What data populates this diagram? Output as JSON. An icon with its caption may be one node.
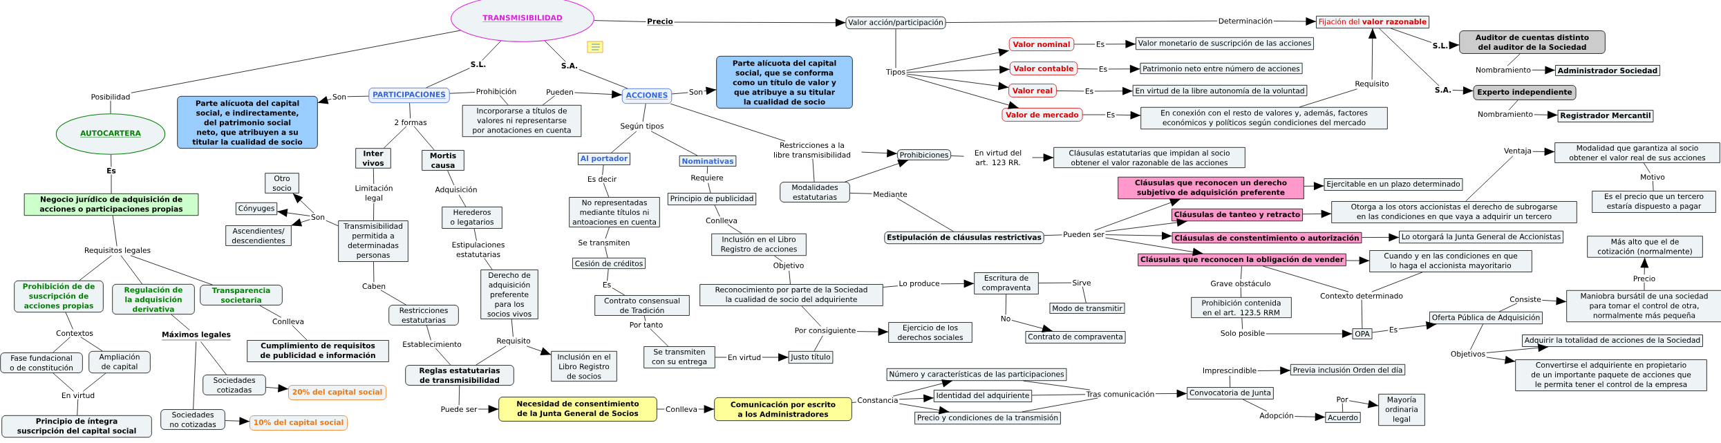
{
  "diagram": {
    "nodes": [
      {
        "text": [
          "TRANSMISIBILIDAD"
        ]
      },
      {
        "text": [
          "Precio"
        ]
      },
      {
        "text": [
          "Valor acción/participación"
        ]
      },
      {
        "text": [
          "Determinación"
        ]
      },
      {
        "text": [
          "Fijación del **valor razonable**"
        ]
      },
      {
        "text": [
          "S.L."
        ]
      },
      {
        "text": [
          "S.A."
        ]
      },
      {
        "text": [
          "Posibilidad"
        ]
      },
      {
        "text": [
          "AUTOCARTERA"
        ]
      },
      {
        "text": [
          "Es"
        ]
      },
      {
        "text": [
          "Negocio jurídico de adquisición de acciones o participaciones propias"
        ]
      },
      {
        "text": [
          "Requisitos legales"
        ]
      },
      {
        "text": [
          "Prohibición de de suscripción de acciones propias"
        ]
      },
      {
        "text": [
          "Regulación de la adquisición derivativa"
        ]
      },
      {
        "text": [
          "Transparencia societaria"
        ]
      },
      {
        "text": [
          "Contextos"
        ]
      },
      {
        "text": [
          "Fase fundacional o de constitución"
        ]
      },
      {
        "text": [
          "Ampliación de capital"
        ]
      },
      {
        "text": [
          "En virtud"
        ]
      },
      {
        "text": [
          "Principio de íntegra suscripción del capital social"
        ]
      },
      {
        "text": [
          "Máximos legales"
        ]
      },
      {
        "text": [
          "Sociedades cotizadas"
        ]
      },
      {
        "text": [
          "20% del capital social"
        ]
      },
      {
        "text": [
          "Sociedades no cotizadas"
        ]
      },
      {
        "text": [
          "10% del capital social"
        ]
      },
      {
        "text": [
          "Conlleva"
        ]
      },
      {
        "text": [
          "Cumplimiento de requisitos de publicidad e información"
        ]
      },
      {
        "text": [
          "PARTICIPACIONES"
        ]
      },
      {
        "text": [
          "Son"
        ]
      },
      {
        "text": [
          "Parte alícuota del capital social, e indirectamente, del patrimonio social neto, que atribuyen a su titular la cualidad de socio"
        ]
      },
      {
        "text": [
          "Prohibición"
        ]
      },
      {
        "text": [
          "Pueden"
        ]
      },
      {
        "text": [
          "Incorporarse a títulos de valores ni representarse por anotaciones en cuenta"
        ]
      },
      {
        "text": [
          "2 formas"
        ]
      },
      {
        "text": [
          "Inter vivos"
        ]
      },
      {
        "text": [
          "Mortis causa"
        ]
      },
      {
        "text": [
          "Limitación legal"
        ]
      },
      {
        "text": [
          "Transmisibilidad permitida a determinadas personas"
        ]
      },
      {
        "text": [
          "Son"
        ]
      },
      {
        "text": [
          "Otro socio"
        ]
      },
      {
        "text": [
          "Cónyuges"
        ]
      },
      {
        "text": [
          "Ascendientes/ descendientes"
        ]
      },
      {
        "text": [
          "Caben"
        ]
      },
      {
        "text": [
          "Restricciones estatutarias"
        ]
      },
      {
        "text": [
          "Establecimiento"
        ]
      },
      {
        "text": [
          "Reglas estatutarias de transmisibilidad"
        ]
      },
      {
        "text": [
          "Adquisición"
        ]
      },
      {
        "text": [
          "Herederos o legatarios"
        ]
      },
      {
        "text": [
          "Estipulaciones estatutarias"
        ]
      },
      {
        "text": [
          "Derecho de adquisición preferente para los socios vivos"
        ]
      },
      {
        "text": [
          "Requisito"
        ]
      },
      {
        "text": [
          "Inclusión en el Libro Registro de socios"
        ]
      },
      {
        "text": [
          "Puede ser"
        ]
      },
      {
        "text": [
          "Necesidad de consentimiento de la Junta General de Socios"
        ]
      },
      {
        "text": [
          "Conlleva"
        ]
      },
      {
        "text": [
          "Comunicación por escrito a los Administradores"
        ]
      },
      {
        "text": [
          "Constancia"
        ]
      },
      {
        "text": [
          "Número y características de las participaciones"
        ]
      },
      {
        "text": [
          "Identidad del adquiriente"
        ]
      },
      {
        "text": [
          "Precio y condiciones de la transmisión"
        ]
      },
      {
        "text": [
          "Tras comunicación"
        ]
      },
      {
        "text": [
          "Convocatoria de Junta"
        ]
      },
      {
        "text": [
          "Imprescindible"
        ]
      },
      {
        "text": [
          "Previa inclusión Orden del día"
        ]
      },
      {
        "text": [
          "Adopción"
        ]
      },
      {
        "text": [
          "Acuerdo"
        ]
      },
      {
        "text": [
          "Por"
        ]
      },
      {
        "text": [
          "Mayoría ordinaria legal"
        ]
      },
      {
        "text": [
          "ACCIONES"
        ]
      },
      {
        "text": [
          "Son"
        ]
      },
      {
        "text": [
          "Parte alícuota del capital social, que se conforma como un título de valor y que atribuye a su titular la cualidad de socio"
        ]
      },
      {
        "text": [
          "Según tipos"
        ]
      },
      {
        "text": [
          "Al portador"
        ]
      },
      {
        "text": [
          "Es decir"
        ]
      },
      {
        "text": [
          "No representadas mediante títulos ni antoaciones en cuenta"
        ]
      },
      {
        "text": [
          "Se transmiten"
        ]
      },
      {
        "text": [
          "Cesión de créditos"
        ]
      },
      {
        "text": [
          "Es"
        ]
      },
      {
        "text": [
          "Contrato consensual de Tradición"
        ]
      },
      {
        "text": [
          "Por tanto"
        ]
      },
      {
        "text": [
          "Se transmiten con su entrega"
        ]
      },
      {
        "text": [
          "En virtud"
        ]
      },
      {
        "text": [
          "Justo título"
        ]
      },
      {
        "text": [
          "Nominativas"
        ]
      },
      {
        "text": [
          "Requiere"
        ]
      },
      {
        "text": [
          "Principio de publicidad"
        ]
      },
      {
        "text": [
          "Conlleva"
        ]
      },
      {
        "text": [
          "Inclusión en el Libro Registro de acciones"
        ]
      },
      {
        "text": [
          "Objetivo"
        ]
      },
      {
        "text": [
          "Reconocimiento por parte de la Sociedad la cualidad de socio del adquiriente"
        ]
      },
      {
        "text": [
          "Por consiguiente"
        ]
      },
      {
        "text": [
          "Ejercicio de los derechos sociales"
        ]
      },
      {
        "text": [
          "Lo produce"
        ]
      },
      {
        "text": [
          "Escritura de compraventa"
        ]
      },
      {
        "text": [
          "Sirve"
        ]
      },
      {
        "text": [
          "Modo de transmitir"
        ]
      },
      {
        "text": [
          "No"
        ]
      },
      {
        "text": [
          "Contrato de compraventa"
        ]
      },
      {
        "text": [
          "Restricciones a la libre transmisibilidad"
        ]
      },
      {
        "text": [
          "Prohibiciones"
        ]
      },
      {
        "text": [
          "Modalidades estatutarias"
        ]
      },
      {
        "text": [
          "En virtud del art. 123 RR."
        ]
      },
      {
        "text": [
          "Cláusulas estatutarias que impidan al socio obtener el valor razonable de las acciones"
        ]
      },
      {
        "text": [
          "Mediante"
        ]
      },
      {
        "text": [
          "Estipulación de cláusulas restrictivas"
        ]
      },
      {
        "text": [
          "Pueden ser"
        ]
      },
      {
        "text": [
          "Cláusulas que reconocen un derecho subjetivo de adquisición preferente"
        ]
      },
      {
        "text": [
          "Cláusulas de tanteo y retracto"
        ]
      },
      {
        "text": [
          "Cláusulas de constentimiento o autorización"
        ]
      },
      {
        "text": [
          "Cláusulas que reconocen la obligación de vender"
        ]
      },
      {
        "text": [
          "Ejercitable en un plazo determinado"
        ]
      },
      {
        "text": [
          "Otorga a los otors accionistas el derecho de subrogarse en las condiciones en que vaya a adquirir un tercero"
        ]
      },
      {
        "text": [
          "Lo otorgará la Junta General de Accionistas"
        ]
      },
      {
        "text": [
          "Cuando y en las condiciones en que lo haga el accionista mayoritario"
        ]
      },
      {
        "text": [
          "Ventaja"
        ]
      },
      {
        "text": [
          "Modalidad que garantiza al socio obtener el valor real de sus acciones"
        ]
      },
      {
        "text": [
          "Motivo"
        ]
      },
      {
        "text": [
          "Es el precio que un tercero estaría dispuesto a pagar"
        ]
      },
      {
        "text": [
          "Grave obstáculo"
        ]
      },
      {
        "text": [
          "Prohibición contenida en el art. 123.5 RRM"
        ]
      },
      {
        "text": [
          "Solo posible"
        ]
      },
      {
        "text": [
          "Contexto determinado"
        ]
      },
      {
        "text": [
          "OPA"
        ]
      },
      {
        "text": [
          "Es"
        ]
      },
      {
        "text": [
          "Oferta Pública de Adquisición"
        ]
      },
      {
        "text": [
          "Consiste"
        ]
      },
      {
        "text": [
          "Maniobra bursátil de una sociedad para tomar el control de otra, normalmente más pequeña"
        ]
      },
      {
        "text": [
          "Precio"
        ]
      },
      {
        "text": [
          "Más alto que el de cotización (normalmente)"
        ]
      },
      {
        "text": [
          "Objetivos"
        ]
      },
      {
        "text": [
          "Adquirir la totalidad de acciones de la Sociedad"
        ]
      },
      {
        "text": [
          "Convertirse el adquiriente en propietario de un importante paquete de acciones que le permita tener el control de la empresa"
        ]
      },
      {
        "text": [
          "Tipos"
        ]
      },
      {
        "text": [
          "Valor nominal"
        ]
      },
      {
        "text": [
          "Valor contable"
        ]
      },
      {
        "text": [
          "Valor real"
        ]
      },
      {
        "text": [
          "Valor de mercado"
        ]
      },
      {
        "text": [
          "Es"
        ]
      },
      {
        "text": [
          "Es"
        ]
      },
      {
        "text": [
          "Es"
        ]
      },
      {
        "text": [
          "Es"
        ]
      },
      {
        "text": [
          "Valor monetario de suscripción de las acciones"
        ]
      },
      {
        "text": [
          "Patrimonio neto entre número de acciones"
        ]
      },
      {
        "text": [
          "En virtud de la libre autonomía de la voluntad"
        ]
      },
      {
        "text": [
          "En conexión con el resto de valores y, además, factores económicos y políticos según condiciones del mercado"
        ]
      },
      {
        "text": [
          "Requisito"
        ]
      },
      {
        "text": [
          "S.L."
        ]
      },
      {
        "text": [
          "S.A."
        ]
      },
      {
        "text": [
          "Auditor de cuentas distinto del auditor de la Sociedad"
        ]
      },
      {
        "text": [
          "Experto independiente"
        ]
      },
      {
        "text": [
          "Nombramiento"
        ]
      },
      {
        "text": [
          "Nombramiento"
        ]
      },
      {
        "text": [
          "Administrador Sociedad"
        ]
      },
      {
        "text": [
          "Registrador Mercantil"
        ]
      }
    ],
    "edges": [
      {
        "from": 0,
        "to": 1,
        "arrow": "none"
      },
      {
        "from": 1,
        "to": 2,
        "arrow": "to"
      },
      {
        "from": 2,
        "to": 3,
        "arrow": "none"
      },
      {
        "from": 3,
        "to": 4,
        "arrow": "to"
      },
      {
        "from": 0,
        "to": 5,
        "arrow": "none"
      },
      {
        "from": 5,
        "to": 27,
        "arrow": "none"
      },
      {
        "from": 0,
        "to": 6,
        "arrow": "none"
      },
      {
        "from": 6,
        "to": 68,
        "arrow": "none"
      },
      {
        "from": 0,
        "to": 7,
        "arrow": "none"
      },
      {
        "from": 7,
        "to": 8,
        "arrow": "none"
      },
      {
        "from": 8,
        "to": 9,
        "arrow": "none"
      },
      {
        "from": 9,
        "to": 10,
        "arrow": "none"
      },
      {
        "from": 10,
        "to": 11,
        "arrow": "none"
      },
      {
        "from": 11,
        "to": 12,
        "arrow": "none"
      },
      {
        "from": 11,
        "to": 13,
        "arrow": "none"
      },
      {
        "from": 11,
        "to": 14,
        "arrow": "none"
      },
      {
        "from": 12,
        "to": 15,
        "arrow": "none"
      },
      {
        "from": 15,
        "to": 16,
        "arrow": "none"
      },
      {
        "from": 15,
        "to": 17,
        "arrow": "none"
      },
      {
        "from": 16,
        "to": 18,
        "arrow": "none"
      },
      {
        "from": 17,
        "to": 18,
        "arrow": "none"
      },
      {
        "from": 18,
        "to": 19,
        "arrow": "none"
      },
      {
        "from": 13,
        "to": 20,
        "arrow": "none"
      },
      {
        "from": 20,
        "to": 21,
        "arrow": "none"
      },
      {
        "from": 20,
        "to": 23,
        "arrow": "none"
      },
      {
        "from": 21,
        "to": 22,
        "arrow": "to"
      },
      {
        "from": 23,
        "to": 24,
        "arrow": "to"
      },
      {
        "from": 14,
        "to": 25,
        "arrow": "none"
      },
      {
        "from": 25,
        "to": 26,
        "arrow": "none"
      },
      {
        "from": 27,
        "to": 28,
        "arrow": "none"
      },
      {
        "from": 28,
        "to": 29,
        "arrow": "to"
      },
      {
        "from": 27,
        "to": 30,
        "arrow": "none"
      },
      {
        "from": 30,
        "to": 32,
        "arrow": "none"
      },
      {
        "from": 32,
        "to": 31,
        "arrow": "none"
      },
      {
        "from": 31,
        "to": 68,
        "arrow": "to"
      },
      {
        "from": 27,
        "to": 33,
        "arrow": "none"
      },
      {
        "from": 33,
        "to": 34,
        "arrow": "none"
      },
      {
        "from": 33,
        "to": 35,
        "arrow": "none"
      },
      {
        "from": 34,
        "to": 36,
        "arrow": "none"
      },
      {
        "from": 36,
        "to": 37,
        "arrow": "none"
      },
      {
        "from": 37,
        "to": 38,
        "arrow": "none"
      },
      {
        "from": 38,
        "to": 39,
        "arrow": "to"
      },
      {
        "from": 38,
        "to": 40,
        "arrow": "to"
      },
      {
        "from": 38,
        "to": 41,
        "arrow": "to"
      },
      {
        "from": 37,
        "to": 42,
        "arrow": "none"
      },
      {
        "from": 42,
        "to": 43,
        "arrow": "none"
      },
      {
        "from": 43,
        "to": 44,
        "arrow": "none"
      },
      {
        "from": 44,
        "to": 45,
        "arrow": "none"
      },
      {
        "from": 35,
        "to": 46,
        "arrow": "none"
      },
      {
        "from": 46,
        "to": 47,
        "arrow": "none"
      },
      {
        "from": 47,
        "to": 48,
        "arrow": "none"
      },
      {
        "from": 48,
        "to": 49,
        "arrow": "none"
      },
      {
        "from": 49,
        "to": 50,
        "arrow": "none"
      },
      {
        "from": 50,
        "to": 45,
        "arrow": "none"
      },
      {
        "from": 50,
        "to": 51,
        "arrow": "to"
      },
      {
        "from": 45,
        "to": 52,
        "arrow": "none"
      },
      {
        "from": 52,
        "to": 53,
        "arrow": "to"
      },
      {
        "from": 53,
        "to": 54,
        "arrow": "none"
      },
      {
        "from": 54,
        "to": 55,
        "arrow": "to"
      },
      {
        "from": 55,
        "to": 56,
        "arrow": "none"
      },
      {
        "from": 56,
        "to": 57,
        "arrow": "to"
      },
      {
        "from": 56,
        "to": 58,
        "arrow": "to"
      },
      {
        "from": 56,
        "to": 59,
        "arrow": "to"
      },
      {
        "from": 57,
        "to": 60,
        "arrow": "none"
      },
      {
        "from": 58,
        "to": 60,
        "arrow": "none"
      },
      {
        "from": 59,
        "to": 60,
        "arrow": "none"
      },
      {
        "from": 60,
        "to": 61,
        "arrow": "to"
      },
      {
        "from": 61,
        "to": 62,
        "arrow": "none"
      },
      {
        "from": 62,
        "to": 63,
        "arrow": "to"
      },
      {
        "from": 61,
        "to": 64,
        "arrow": "none"
      },
      {
        "from": 64,
        "to": 65,
        "arrow": "to"
      },
      {
        "from": 65,
        "to": 66,
        "arrow": "none"
      },
      {
        "from": 66,
        "to": 67,
        "arrow": "to"
      },
      {
        "from": 68,
        "to": 69,
        "arrow": "none"
      },
      {
        "from": 69,
        "to": 70,
        "arrow": "to"
      },
      {
        "from": 68,
        "to": 71,
        "arrow": "none"
      },
      {
        "from": 71,
        "to": 72,
        "arrow": "none"
      },
      {
        "from": 71,
        "to": 83,
        "arrow": "none"
      },
      {
        "from": 72,
        "to": 73,
        "arrow": "none"
      },
      {
        "from": 73,
        "to": 74,
        "arrow": "none"
      },
      {
        "from": 74,
        "to": 75,
        "arrow": "none"
      },
      {
        "from": 75,
        "to": 76,
        "arrow": "none"
      },
      {
        "from": 76,
        "to": 77,
        "arrow": "none"
      },
      {
        "from": 77,
        "to": 78,
        "arrow": "none"
      },
      {
        "from": 78,
        "to": 79,
        "arrow": "none"
      },
      {
        "from": 79,
        "to": 80,
        "arrow": "none"
      },
      {
        "from": 80,
        "to": 81,
        "arrow": "none"
      },
      {
        "from": 81,
        "to": 82,
        "arrow": "to"
      },
      {
        "from": 83,
        "to": 84,
        "arrow": "none"
      },
      {
        "from": 84,
        "to": 85,
        "arrow": "none"
      },
      {
        "from": 85,
        "to": 86,
        "arrow": "none"
      },
      {
        "from": 86,
        "to": 87,
        "arrow": "none"
      },
      {
        "from": 87,
        "to": 88,
        "arrow": "none"
      },
      {
        "from": 88,
        "to": 89,
        "arrow": "none"
      },
      {
        "from": 89,
        "to": 90,
        "arrow": "none"
      },
      {
        "from": 90,
        "to": 82,
        "arrow": "none"
      },
      {
        "from": 90,
        "to": 91,
        "arrow": "to"
      },
      {
        "from": 89,
        "to": 92,
        "arrow": "none"
      },
      {
        "from": 92,
        "to": 93,
        "arrow": "to"
      },
      {
        "from": 93,
        "to": 94,
        "arrow": "none"
      },
      {
        "from": 94,
        "to": 95,
        "arrow": "none"
      },
      {
        "from": 93,
        "to": 96,
        "arrow": "none"
      },
      {
        "from": 96,
        "to": 97,
        "arrow": "to"
      },
      {
        "from": 68,
        "to": 98,
        "arrow": "none"
      },
      {
        "from": 98,
        "to": 99,
        "arrow": "to"
      },
      {
        "from": 98,
        "to": 100,
        "arrow": "none"
      },
      {
        "from": 100,
        "to": 99,
        "arrow": "to"
      },
      {
        "from": 99,
        "to": 101,
        "arrow": "none"
      },
      {
        "from": 101,
        "to": 102,
        "arrow": "to"
      },
      {
        "from": 100,
        "to": 103,
        "arrow": "none"
      },
      {
        "from": 103,
        "to": 104,
        "arrow": "none"
      },
      {
        "from": 104,
        "to": 105,
        "arrow": "none"
      },
      {
        "from": 105,
        "to": 106,
        "arrow": "to"
      },
      {
        "from": 105,
        "to": 107,
        "arrow": "to"
      },
      {
        "from": 105,
        "to": 108,
        "arrow": "to"
      },
      {
        "from": 105,
        "to": 109,
        "arrow": "to"
      },
      {
        "from": 106,
        "to": 110,
        "arrow": "to"
      },
      {
        "from": 107,
        "to": 111,
        "arrow": "to"
      },
      {
        "from": 111,
        "to": 114,
        "arrow": "none"
      },
      {
        "from": 114,
        "to": 115,
        "arrow": "to"
      },
      {
        "from": 115,
        "to": 116,
        "arrow": "none"
      },
      {
        "from": 116,
        "to": 117,
        "arrow": "none"
      },
      {
        "from": 108,
        "to": 112,
        "arrow": "to"
      },
      {
        "from": 109,
        "to": 113,
        "arrow": "to"
      },
      {
        "from": 109,
        "to": 118,
        "arrow": "none"
      },
      {
        "from": 118,
        "to": 119,
        "arrow": "none"
      },
      {
        "from": 119,
        "to": 120,
        "arrow": "none"
      },
      {
        "from": 120,
        "to": 122,
        "arrow": "to"
      },
      {
        "from": 109,
        "to": 121,
        "arrow": "none"
      },
      {
        "from": 113,
        "to": 121,
        "arrow": "none"
      },
      {
        "from": 121,
        "to": 122,
        "arrow": "none"
      },
      {
        "from": 122,
        "to": 123,
        "arrow": "none"
      },
      {
        "from": 123,
        "to": 124,
        "arrow": "to"
      },
      {
        "from": 124,
        "to": 125,
        "arrow": "none"
      },
      {
        "from": 125,
        "to": 126,
        "arrow": "to"
      },
      {
        "from": 126,
        "to": 127,
        "arrow": "none"
      },
      {
        "from": 127,
        "to": 128,
        "arrow": "to"
      },
      {
        "from": 124,
        "to": 129,
        "arrow": "none"
      },
      {
        "from": 129,
        "to": 130,
        "arrow": "to"
      },
      {
        "from": 129,
        "to": 131,
        "arrow": "to"
      },
      {
        "from": 2,
        "to": 132,
        "arrow": "none"
      },
      {
        "from": 132,
        "to": 133,
        "arrow": "to"
      },
      {
        "from": 132,
        "to": 134,
        "arrow": "to"
      },
      {
        "from": 132,
        "to": 135,
        "arrow": "to"
      },
      {
        "from": 132,
        "to": 136,
        "arrow": "to"
      },
      {
        "from": 133,
        "to": 137,
        "arrow": "none"
      },
      {
        "from": 137,
        "to": 141,
        "arrow": "to"
      },
      {
        "from": 134,
        "to": 138,
        "arrow": "none"
      },
      {
        "from": 138,
        "to": 142,
        "arrow": "to"
      },
      {
        "from": 135,
        "to": 139,
        "arrow": "none"
      },
      {
        "from": 139,
        "to": 143,
        "arrow": "to"
      },
      {
        "from": 136,
        "to": 140,
        "arrow": "none"
      },
      {
        "from": 140,
        "to": 144,
        "arrow": "to"
      },
      {
        "from": 144,
        "to": 145,
        "arrow": "none"
      },
      {
        "from": 145,
        "to": 4,
        "arrow": "to"
      },
      {
        "from": 4,
        "to": 146,
        "arrow": "none"
      },
      {
        "from": 146,
        "to": 148,
        "arrow": "to"
      },
      {
        "from": 4,
        "to": 147,
        "arrow": "none"
      },
      {
        "from": 147,
        "to": 149,
        "arrow": "to"
      },
      {
        "from": 148,
        "to": 150,
        "arrow": "none"
      },
      {
        "from": 150,
        "to": 152,
        "arrow": "to"
      },
      {
        "from": 149,
        "to": 151,
        "arrow": "none"
      },
      {
        "from": 151,
        "to": 153,
        "arrow": "to"
      }
    ]
  }
}
